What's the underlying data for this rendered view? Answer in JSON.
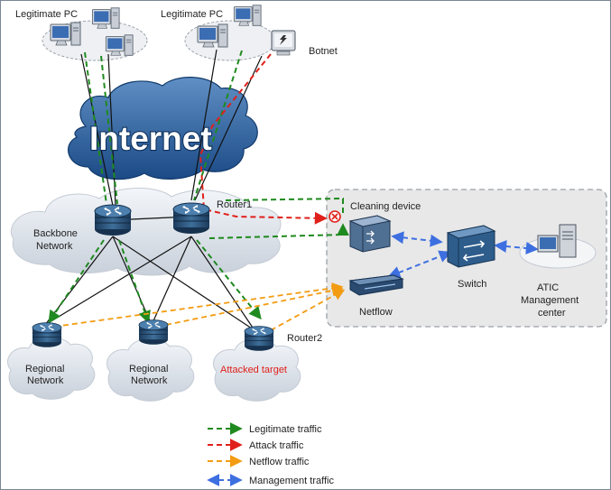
{
  "labels": {
    "legit_pc_1": "Legitimate PC",
    "legit_pc_2": "Legitimate PC",
    "botnet": "Botnet",
    "internet": "Internet",
    "router1": "Router1",
    "backbone_1": "Backbone",
    "backbone_2": "Network",
    "cleaning_device": "Cleaning device",
    "switch": "Switch",
    "netflow": "Netflow",
    "atic_1": "ATIC",
    "atic_2": "Management",
    "atic_3": "center",
    "router2": "Router2",
    "regional_a_1": "Regional",
    "regional_a_2": "Network",
    "regional_b_1": "Regional",
    "regional_b_2": "Network",
    "attacked_target": "Attacked target"
  },
  "legend": [
    {
      "label": "Legitimate traffic",
      "color": "#1f8a1f",
      "style": "one-way"
    },
    {
      "label": "Attack traffic",
      "color": "#e0201a",
      "style": "one-way"
    },
    {
      "label": "Netflow traffic",
      "color": "#f39c12",
      "style": "one-way"
    },
    {
      "label": "Management traffic",
      "color": "#3d6fe0",
      "style": "two-way"
    }
  ],
  "icons": [
    "pc-icon",
    "server-icon",
    "router-icon",
    "switch-icon",
    "cleaning-device-icon",
    "netflow-device-icon",
    "block-icon"
  ]
}
